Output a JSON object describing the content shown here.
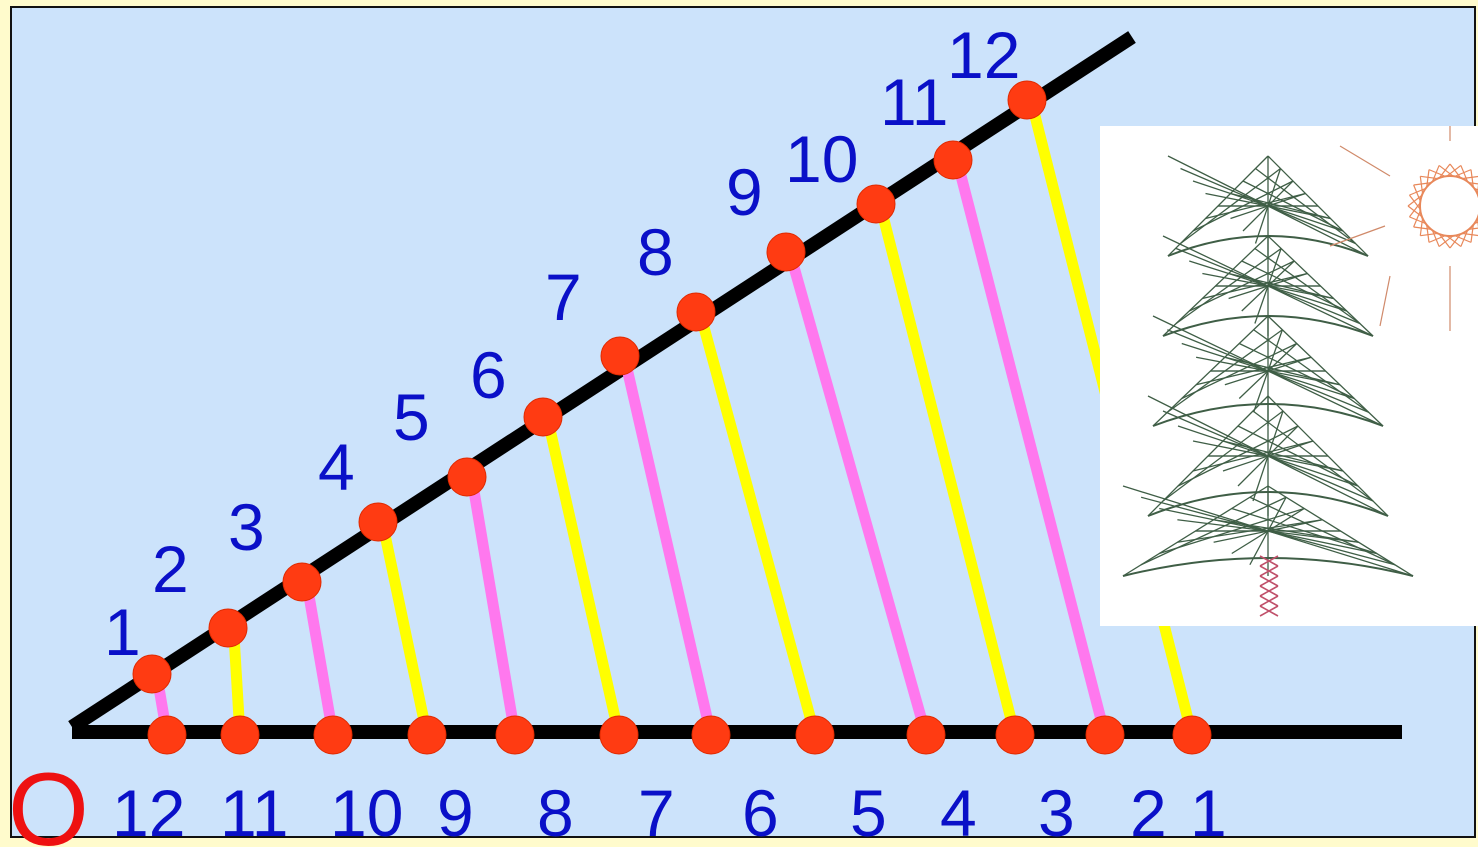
{
  "origin_label": "O",
  "upper_ray_labels": [
    "1",
    "2",
    "3",
    "4",
    "5",
    "6",
    "7",
    "8",
    "9",
    "10",
    "11",
    "12"
  ],
  "lower_ray_labels": [
    "12",
    "11",
    "10",
    "9",
    "8",
    "7",
    "6",
    "5",
    "4",
    "3",
    "2",
    "1"
  ],
  "colors": {
    "background": "#cce3fb",
    "page": "#fffbcc",
    "ray": "#000000",
    "dot": "#ff3b12",
    "thread_a": "#ffff00",
    "thread_b": "#ff78ee",
    "labels": "#0a10c8",
    "origin": "#ee1111"
  },
  "inset_image": {
    "items": [
      "tree-string-art",
      "sun-string-art"
    ]
  }
}
